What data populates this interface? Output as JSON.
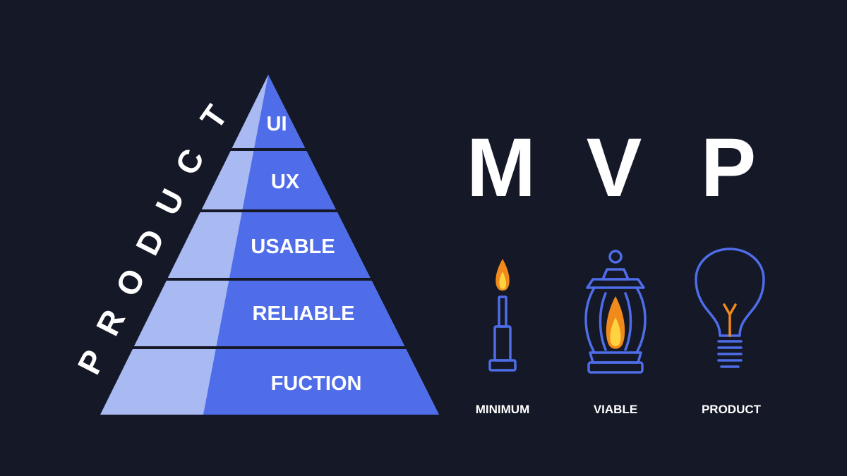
{
  "pyramid": {
    "side_label": "PRODUCT",
    "layers": [
      {
        "label": "UI"
      },
      {
        "label": "UX"
      },
      {
        "label": "USABLE"
      },
      {
        "label": "RELIABLE"
      },
      {
        "label": "FUCTION"
      }
    ]
  },
  "mvp": {
    "letters": [
      "M",
      "V",
      "P"
    ],
    "items": [
      {
        "icon": "candle-icon",
        "caption": "MINIMUM"
      },
      {
        "icon": "lantern-icon",
        "caption": "VIABLE"
      },
      {
        "icon": "lightbulb-icon",
        "caption": "PRODUCT"
      }
    ]
  },
  "colors": {
    "background": "#141827",
    "pyramid_main": "#4f6de8",
    "pyramid_light": "#a9b9f2",
    "outline": "#4f6de8",
    "flame_outer": "#f08a1c",
    "flame_inner": "#ffd23f",
    "filament": "#f08a1c"
  }
}
